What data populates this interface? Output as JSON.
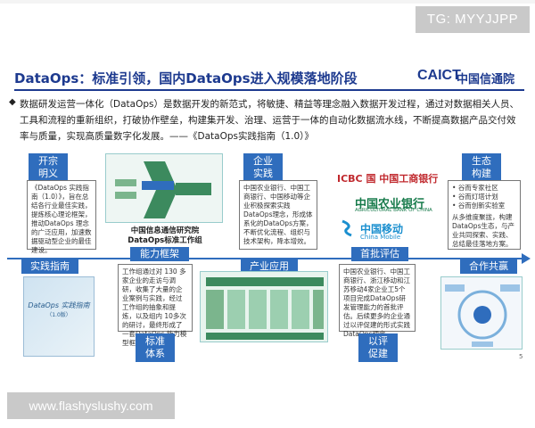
{
  "watermark_top": "TG: MYYJJPP",
  "watermark_bottom": "www.flashyslushy.com",
  "header": {
    "title": "DataOps：标准引领，国内DataOps进入规模落地阶段",
    "logo_text": "CAICT",
    "logo_cn": "中国信通院"
  },
  "intro": "数据研发运营一体化（DataOps）是数据开发的新范式，将敏捷、精益等理念融入数据开发过程，通过对数据相关人员、工具和流程的重新组织，打破协作壁垒，构建集开发、治理、运营于一体的自动化数据流水线，不断提高数据产品交付效率与质量，实现高质量数字化发展。——《DataOps实践指南（1.0）》",
  "stages": {
    "kaizong": {
      "label": "开宗\n明义",
      "text": "《DataOps 实践指南（1.0）》，旨在总结各行业最佳实践，提炼核心理论框架，推动DataOps 理念的广泛应用，加速数据驱动型企业的最佳建设。"
    },
    "qiye": {
      "label": "企业\n实践",
      "text": "中国农业银行、中国工商银行、中国移动等企业积极探索实践DataOps理念，形成体系化的DataOps方案，不断优化流程、组织与技术架构，降本增效。"
    },
    "shengtai": {
      "label": "生态\n构建",
      "bullets": [
        "谷而专家社区",
        "谷而灯塔计划",
        "谷而创新实验室"
      ],
      "text": "从多维度聚拢，构建DataOps生态，与产业共同探索、实践、总结最佳落地方案。"
    },
    "shijian": {
      "label": "实践指南"
    },
    "nengli": {
      "label": "能力框架",
      "text": "工作组通过对 130 多家企业的走访与调研，收集了大量的企业案例与实践，经过工作组的抽象和提炼，以及组内 10多次的研讨，最终形成了一套DataOps 能力模型框架。"
    },
    "chanye": {
      "label": "产业应用"
    },
    "shoupi": {
      "label": "首批评估",
      "text": "中国农业银行、中国工商银行、浙江移动和江苏移动4家企业工5个项目完成DataOps研发管理能力的首批评估。后续更多的企业通过以评促建的形式实践DataOps理念。"
    },
    "hezuo": {
      "label": "合作共赢"
    },
    "biaozhun": {
      "label": "标准\n体系"
    },
    "yiping": {
      "label": "以评\n促建"
    }
  },
  "org_caption": [
    "中国信息通信研究院",
    "DataOps标准工作组"
  ],
  "book_title": "DataOps 实践指南",
  "book_sub": "（1.0版）",
  "banks": {
    "icbc": "ICBC 国 中国工商银行",
    "abc_cn": "中国农业银行",
    "abc_en": "AGRICULTURAL BANK OF CHINA",
    "cmcc_cn": "中国移动",
    "cmcc_en": "China Mobile"
  },
  "page_number": "5"
}
